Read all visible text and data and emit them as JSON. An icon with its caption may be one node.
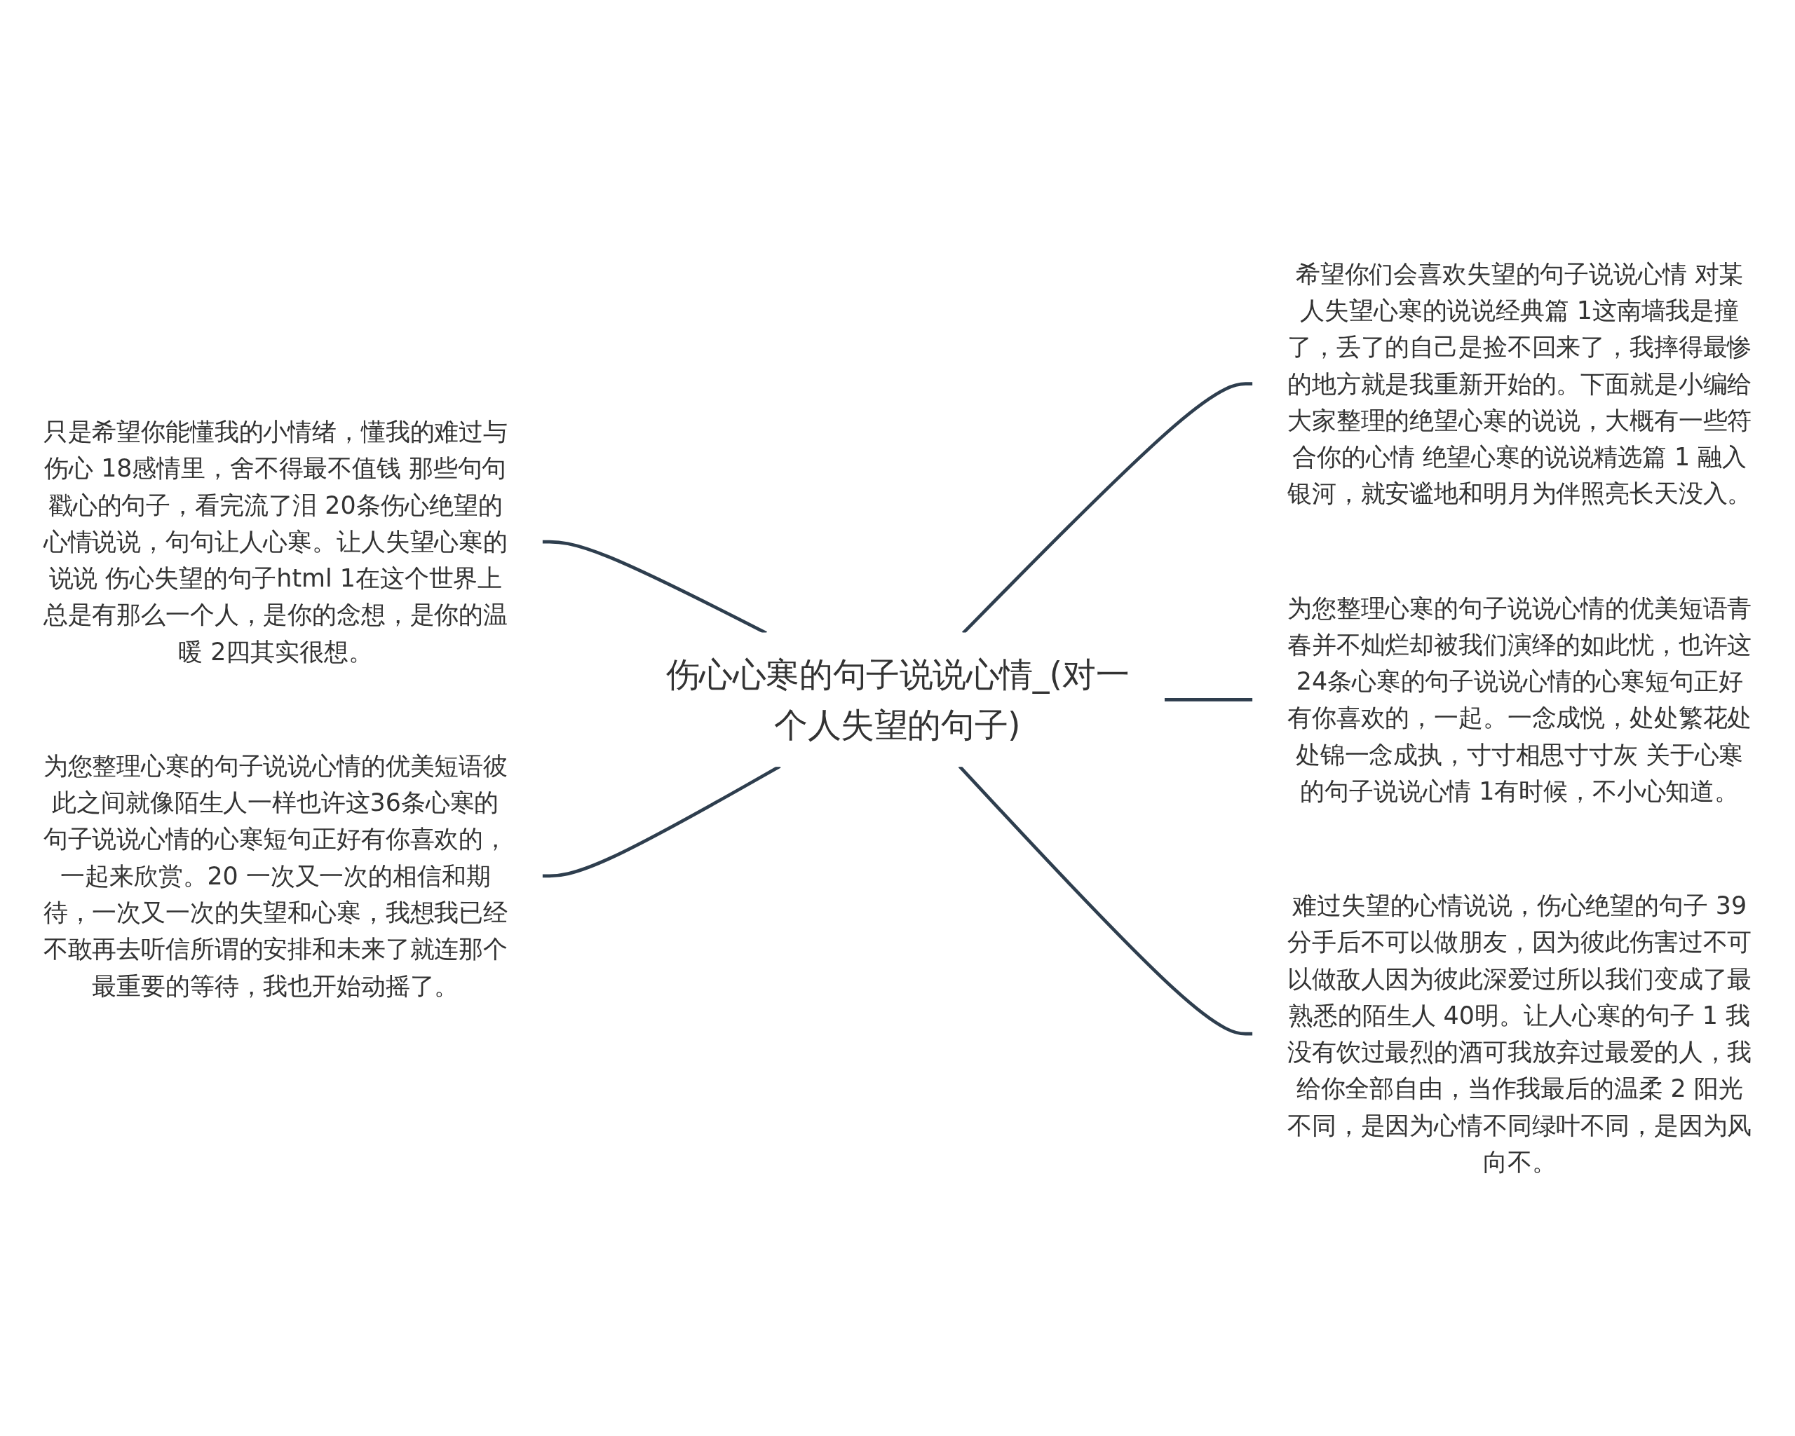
{
  "diagram": {
    "nodes": [
      {
        "text": [
          "伤心心寒的句子说说心情_(对一个人失望的句子)"
        ]
      },
      {
        "text": [
          "只是希望你能懂我的小情绪，懂我的难过与伤心 18感情里，舍不得最不值钱 那些句句戳心的句子，看完流了泪 20条伤心绝望的心情说说，句句让人心寒。让人失望心寒的说说 伤心失望的句子html 1在这个世界上总是有那么一个人，是你的念想，是你的温暖 2四其实很想。"
        ]
      },
      {
        "text": [
          "为您整理心寒的句子说说心情的优美短语彼此之间就像陌生人一样也许这36条心寒的句子说说心情的心寒短句正好有你喜欢的，一起来欣赏。20 一次又一次的相信和期待，一次又一次的失望和心寒，我想我已经不敢再去听信所谓的安排和未来了就连那个最重要的等待，我也开始动摇了。"
        ]
      },
      {
        "text": [
          "希望你们会喜欢失望的句子说说心情 对某人失望心寒的说说经典篇 1这南墙我是撞了，丢了的自己是捡不回来了，我摔得最惨的地方就是我重新开始的。下面就是小编给大家整理的绝望心寒的说说，大概有一些符合你的心情 绝望心寒的说说精选篇 1 融入银河，就安谧地和明月为伴照亮长天没入。"
        ]
      },
      {
        "text": [
          "为您整理心寒的句子说说心情的优美短语青春并不灿烂却被我们演绎的如此忧，也许这24条心寒的句子说说心情的心寒短句正好有你喜欢的，一起。一念成悦，处处繁花处处锦一念成执，寸寸相思寸寸灰 关于心寒的句子说说心情 1有时候，不小心知道。"
        ]
      },
      {
        "text": [
          "难过失望的心情说说，伤心绝望的句子 39分手后不可以做朋友，因为彼此伤害过不可以做敌人因为彼此深爱过所以我们变成了最熟悉的陌生人 40明。让人心寒的句子 1 我没有饮过最烈的酒可我放弃过最爱的人，我给你全部自由，当作我最后的温柔 2 阳光不同，是因为心情不同绿叶不同，是因为风向不。"
        ]
      }
    ],
    "edges": [
      {
        "from": 0,
        "to": 1,
        "arrow": "none"
      },
      {
        "from": 0,
        "to": 2,
        "arrow": "none"
      },
      {
        "from": 0,
        "to": 3,
        "arrow": "none"
      },
      {
        "from": 0,
        "to": 4,
        "arrow": "none"
      },
      {
        "from": 0,
        "to": 5,
        "arrow": "none"
      }
    ]
  }
}
